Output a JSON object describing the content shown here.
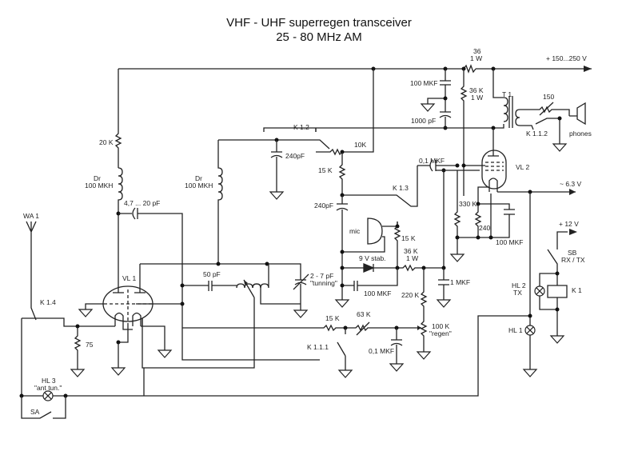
{
  "title": {
    "line1": "VHF - UHF superregen transceiver",
    "line2": "25 - 80 MHz AM"
  },
  "power": {
    "hv_supply": "+ 150...250 V",
    "filament": "~ 6.3 V",
    "relay_supply": "+ 12 V"
  },
  "components": {
    "r_36_1w": {
      "ref": "36",
      "value": "1 W"
    },
    "c_100mkf_top": "100 MKF",
    "r_36k_1w": {
      "ref": "36 K",
      "value": "1 W"
    },
    "c_1000pf": "1000 pF",
    "t1": "T 1",
    "r_150": "150",
    "k112": "K 1.1.2",
    "phones": "phones",
    "k12": "K 1.2",
    "r_10k": "10K",
    "c_240pf_a": "240pF",
    "r_15k_a": "15 K",
    "c_240pf_b": "240pF",
    "c_01mkf_a": "0,1 MKF",
    "k13": "K 1.3",
    "vl2": "VL 2",
    "r_330k": "330 K",
    "r_240": "240",
    "c_100mkf_cath": "100 MKF",
    "r_20k": "20 K",
    "dr1": {
      "ref": "Dr",
      "value": "100 MKH"
    },
    "dr2": {
      "ref": "Dr",
      "value": "100 MKH"
    },
    "c_trim": "4,7 ... 20 pF",
    "wa1": "WA 1",
    "vl1": "VL 1",
    "k14": "K 1.4",
    "r_75": "75",
    "c_50pf": "50 pF",
    "c_tune": {
      "value": "2 - 7 pF",
      "note": "\"tunning\""
    },
    "mic": "mic",
    "r_15k_mic": "15 K",
    "zener": "9 V stab.",
    "r_36k_b": {
      "ref": "36 K",
      "value": "1 W"
    },
    "c_100mkf_mid": "100 MKF",
    "c_1mkf": "1 MKF",
    "r_220k": "220 K",
    "r_15k_b": "15 K",
    "r_63k": "63 K",
    "k111": "K 1.1.1",
    "c_01mkf_b": "0,1 MKF",
    "pot_100k": {
      "value": "100 K",
      "note": "\"regen\""
    },
    "sb": {
      "ref": "SB",
      "value": "RX / TX"
    },
    "hl2": {
      "ref": "HL 2",
      "value": "TX"
    },
    "k1": "K 1",
    "hl1": "HL 1",
    "hl3": {
      "ref": "HL 3",
      "value": "\"ant tun.\""
    },
    "sa": "SA"
  }
}
